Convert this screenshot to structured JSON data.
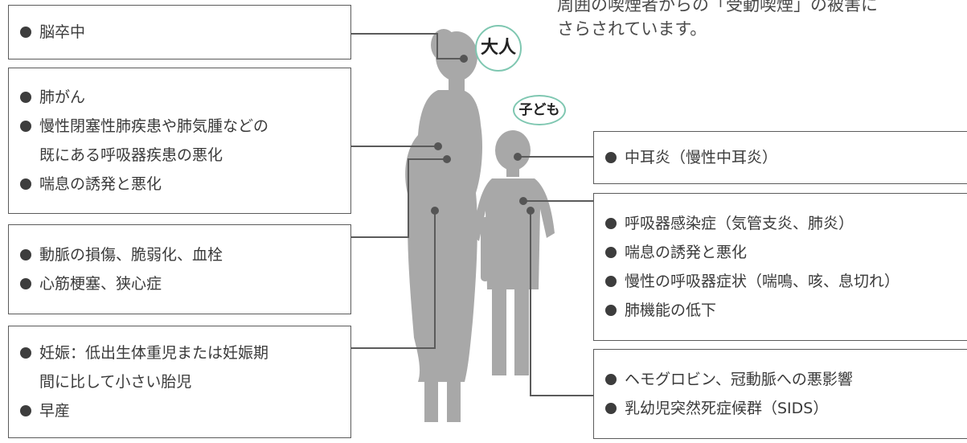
{
  "intro_text": {
    "line1": "周囲の喫煙者からの「受動喫煙」の被害に",
    "line2": "さらされています。"
  },
  "labels": {
    "adult": "大人",
    "child": "子ども"
  },
  "adult_effects": [
    {
      "items": [
        "脳卒中"
      ]
    },
    {
      "items": [
        "肺がん",
        "慢性閉塞性肺疾患や肺気腫などの",
        "既にある呼吸器疾患の悪化",
        "喘息の誘発と悪化"
      ]
    },
    {
      "items": [
        "動脈の損傷、脆弱化、血栓",
        "心筋梗塞、狭心症"
      ]
    },
    {
      "items": [
        "妊娠：低出生体重児または妊娠期",
        "間に比して小さい胎児",
        "早産"
      ]
    }
  ],
  "child_effects": [
    {
      "items": [
        "中耳炎（慢性中耳炎）"
      ]
    },
    {
      "items": [
        "呼吸器感染症（気管支炎、肺炎）",
        "喘息の誘発と悪化",
        "慢性の呼吸器症状（喘鳴、咳、息切れ）",
        "肺機能の低下"
      ]
    },
    {
      "items": [
        "ヘモグロビン、冠動脈への悪影響",
        "乳幼児突然死症候群（SIDS）"
      ]
    }
  ],
  "colors": {
    "silhouette": "#a8a8a8",
    "label_border": "#7fc7b1",
    "box_border": "#5b5b5b",
    "bullet": "#3d3d3d"
  }
}
